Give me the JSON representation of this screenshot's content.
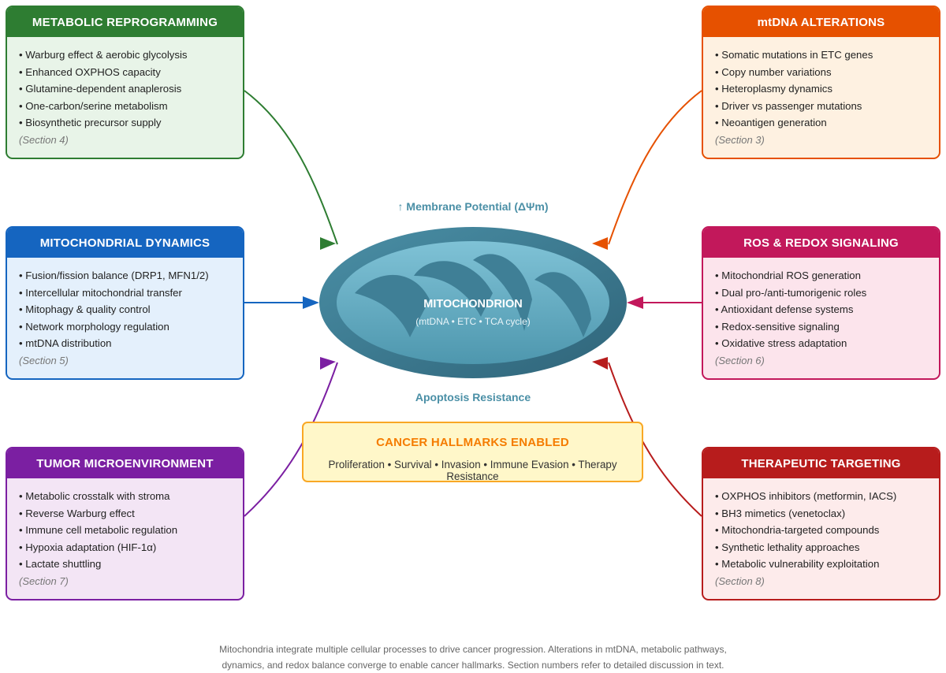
{
  "center": {
    "title": "MITOCHONDRION",
    "subtitle": "(mtDNA • ETC • TCA cycle)",
    "top_label": "↑ Membrane Potential (ΔΨm)",
    "bottom_label": "Apoptosis Resistance"
  },
  "cards": {
    "metabolic": {
      "title": "METABOLIC REPROGRAMMING",
      "items": [
        "• Warburg effect & aerobic glycolysis",
        "• Enhanced OXPHOS capacity",
        "• Glutamine-dependent anaplerosis",
        "• One-carbon/serine metabolism",
        "• Biosynthetic precursor supply"
      ],
      "section": "(Section 4)",
      "color": "#2e7d32"
    },
    "mtdna": {
      "title": "mtDNA ALTERATIONS",
      "items": [
        "• Somatic mutations in ETC genes",
        "• Copy number variations",
        "• Heteroplasmy dynamics",
        "• Driver vs passenger mutations",
        "• Neoantigen generation"
      ],
      "section": "(Section 3)",
      "color": "#e65100"
    },
    "dynamics": {
      "title": "MITOCHONDRIAL DYNAMICS",
      "items": [
        "• Fusion/fission balance (DRP1, MFN1/2)",
        "• Intercellular mitochondrial transfer",
        "• Mitophagy & quality control",
        "• Network morphology regulation",
        "• mtDNA distribution"
      ],
      "section": "(Section 5)",
      "color": "#1565c0"
    },
    "ros": {
      "title": "ROS & REDOX SIGNALING",
      "items": [
        "• Mitochondrial ROS generation",
        "• Dual pro-/anti-tumorigenic roles",
        "• Antioxidant defense systems",
        "• Redox-sensitive signaling",
        "• Oxidative stress adaptation"
      ],
      "section": "(Section 6)",
      "color": "#c2185b"
    },
    "tumor": {
      "title": "TUMOR MICROENVIRONMENT",
      "items": [
        "• Metabolic crosstalk with stroma",
        "• Reverse Warburg effect",
        "• Immune cell metabolic regulation",
        "• Hypoxia adaptation (HIF-1α)",
        "• Lactate shuttling"
      ],
      "section": "(Section 7)",
      "color": "#7b1fa2"
    },
    "therapeutic": {
      "title": "THERAPEUTIC TARGETING",
      "items": [
        "• OXPHOS inhibitors (metformin, IACS)",
        "• BH3 mimetics (venetoclax)",
        "• Mitochondria-targeted compounds",
        "• Synthetic lethality approaches",
        "• Metabolic vulnerability exploitation"
      ],
      "section": "(Section 8)",
      "color": "#b71c1c"
    }
  },
  "hallmarks": {
    "title": "CANCER HALLMARKS ENABLED",
    "list": "Proliferation • Survival • Invasion • Immune Evasion • Therapy Resistance"
  },
  "caption": {
    "line1": "Mitochondria integrate multiple cellular processes to drive cancer progression. Alterations in mtDNA, metabolic pathways,",
    "line2": "dynamics, and redox balance converge to enable cancer hallmarks. Section numbers refer to detailed discussion in text."
  }
}
